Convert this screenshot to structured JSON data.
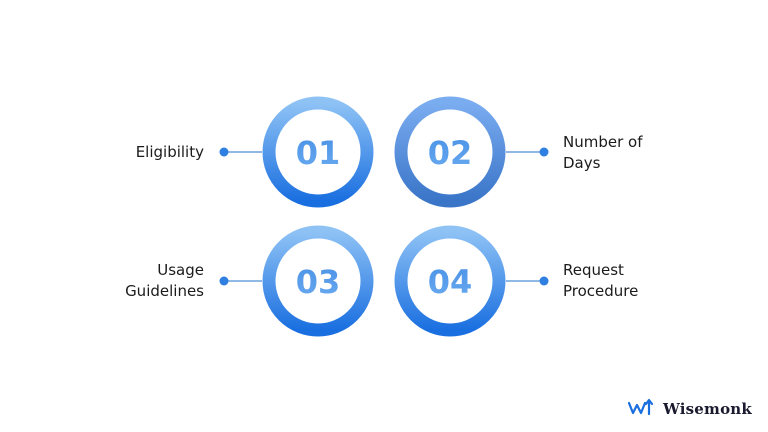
{
  "steps": [
    {
      "number": "01",
      "label": "Eligibility"
    },
    {
      "number": "02",
      "label": "Number of\nDays"
    },
    {
      "number": "03",
      "label": "Usage\nGuidelines"
    },
    {
      "number": "04",
      "label": "Request\nProcedure"
    }
  ],
  "brand": {
    "name": "Wisemonk",
    "logo_icon": "wisemonk-logo-icon"
  },
  "colors": {
    "ring_light": "#8ec2f5",
    "ring_dark": "#1a6fe0",
    "ring_muted_light": "#7aacf0",
    "ring_muted_dark": "#3a75c8",
    "number_fill": "#5b9ee8",
    "connector": "#4e8fd8",
    "dot": "#2f7fe0",
    "text": "#1b1b1b"
  }
}
